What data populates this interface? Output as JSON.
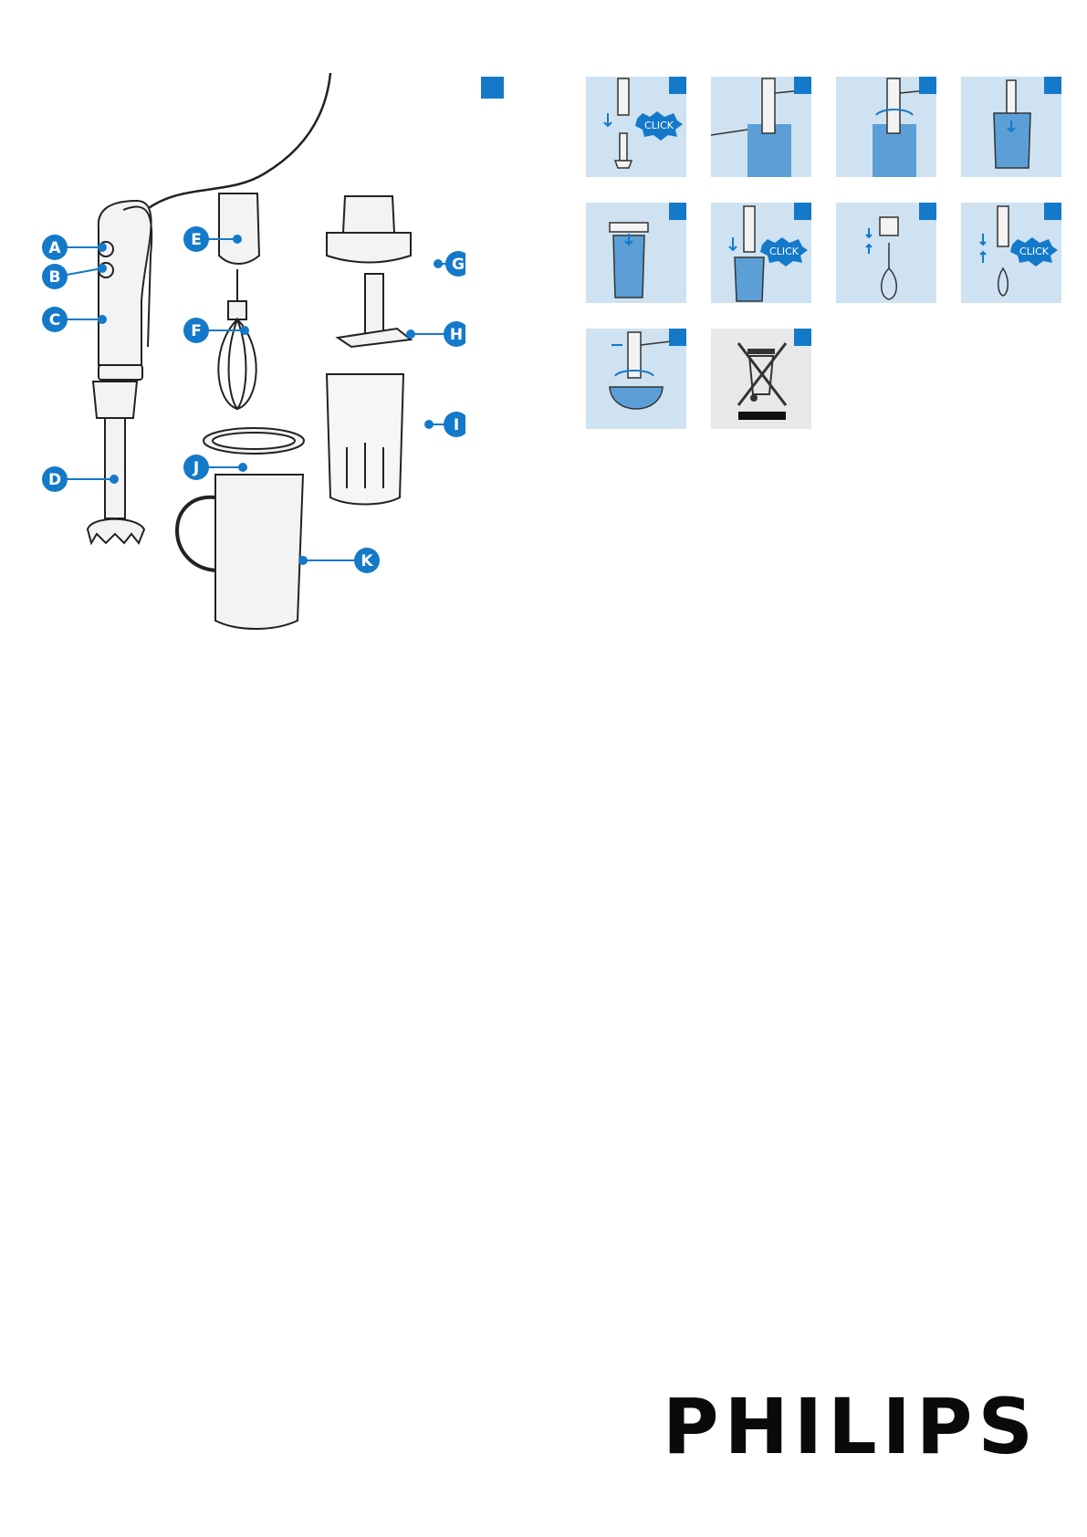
{
  "overview": {
    "parts": [
      {
        "letter": "A"
      },
      {
        "letter": "B"
      },
      {
        "letter": "C"
      },
      {
        "letter": "D"
      },
      {
        "letter": "E"
      },
      {
        "letter": "F"
      },
      {
        "letter": "G"
      },
      {
        "letter": "H"
      },
      {
        "letter": "I"
      },
      {
        "letter": "J"
      },
      {
        "letter": "K"
      }
    ]
  },
  "steps": [
    {
      "click": "CLICK"
    },
    {},
    {},
    {},
    {},
    {
      "click": "CLICK"
    },
    {},
    {
      "click": "CLICK"
    },
    {},
    {}
  ],
  "colors": {
    "accent": "#1479c9",
    "panel": "#cfe2f1",
    "panel_grey": "#e8e8e8"
  },
  "brand": {
    "name": "PHILIPS"
  }
}
